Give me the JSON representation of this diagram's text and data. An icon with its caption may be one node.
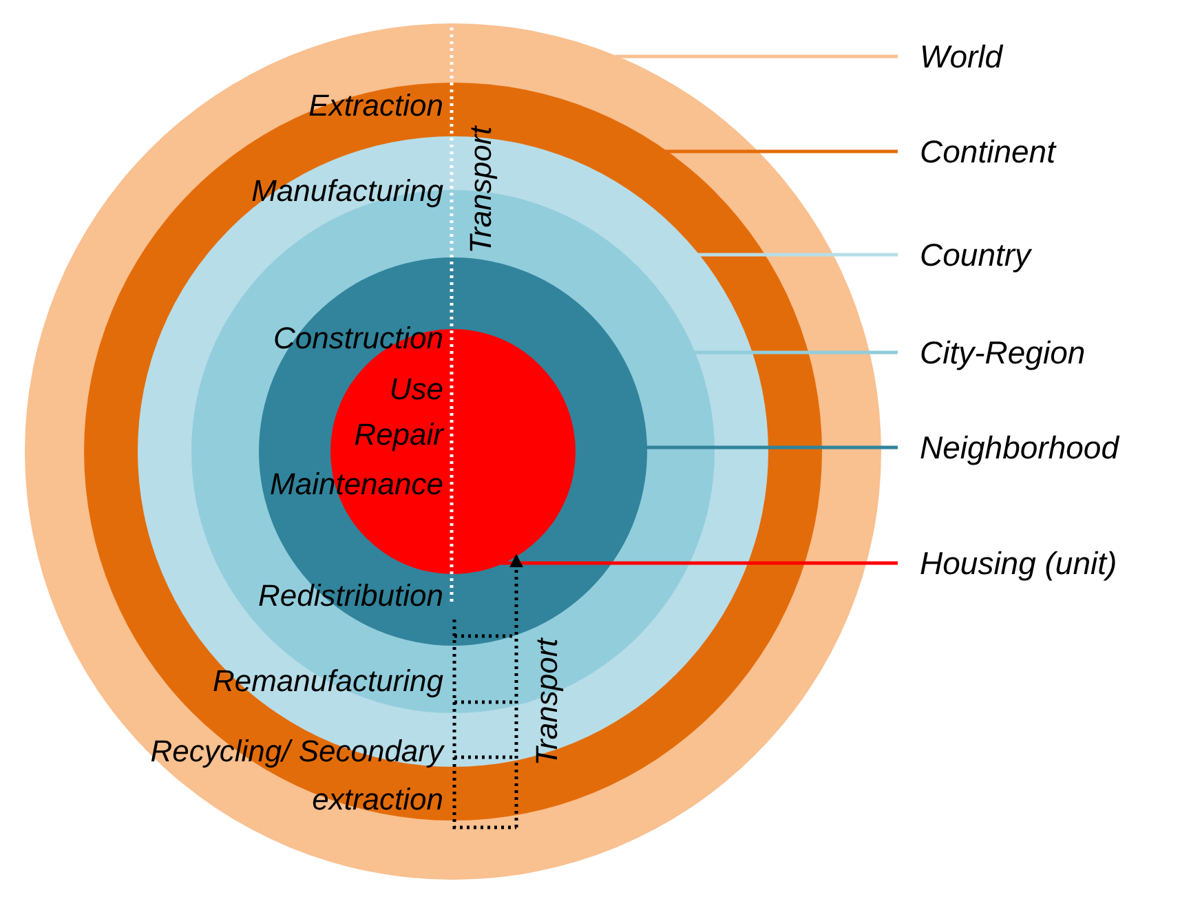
{
  "diagram": {
    "nodes": [
      {
        "text": [],
        "shape": "circle"
      },
      {
        "text": [],
        "shape": "circle",
        "in": 0
      },
      {
        "text": [],
        "shape": "circle",
        "in": 1
      },
      {
        "text": [],
        "shape": "circle",
        "in": 2
      },
      {
        "text": [],
        "shape": "circle",
        "in": 3
      },
      {
        "text": [],
        "shape": "circle",
        "in": 4
      },
      {
        "text": [
          "World"
        ]
      },
      {
        "text": [
          "Continent"
        ]
      },
      {
        "text": [
          "Country"
        ]
      },
      {
        "text": [
          "City-Region"
        ]
      },
      {
        "text": [
          "Neighborhood"
        ]
      },
      {
        "text": [
          "Housing (unit)"
        ]
      }
    ],
    "edges": [
      {
        "from": 6,
        "to": 0,
        "arrow": "none",
        "color": "#f9c090"
      },
      {
        "from": 7,
        "to": 1,
        "arrow": "none",
        "color": "#e36c0a"
      },
      {
        "from": 8,
        "to": 2,
        "arrow": "none",
        "color": "#b7dde8"
      },
      {
        "from": 9,
        "to": 3,
        "arrow": "none",
        "color": "#92cddc"
      },
      {
        "from": 10,
        "to": 4,
        "arrow": "none",
        "color": "#31849b"
      },
      {
        "from": 11,
        "to": 5,
        "arrow": "none",
        "color": "#ff0000"
      },
      {
        "from": null,
        "to": 5,
        "arrow": "to",
        "style": "dashed",
        "color": "#000000"
      }
    ],
    "labels": [
      "Extraction",
      "Transport",
      "Manufacturing",
      "Construction",
      "Use",
      "Repair",
      "Maintenance",
      "Redistribution",
      "Remanufacturing",
      "Recycling/ Secondary extraction",
      "Transport"
    ]
  }
}
